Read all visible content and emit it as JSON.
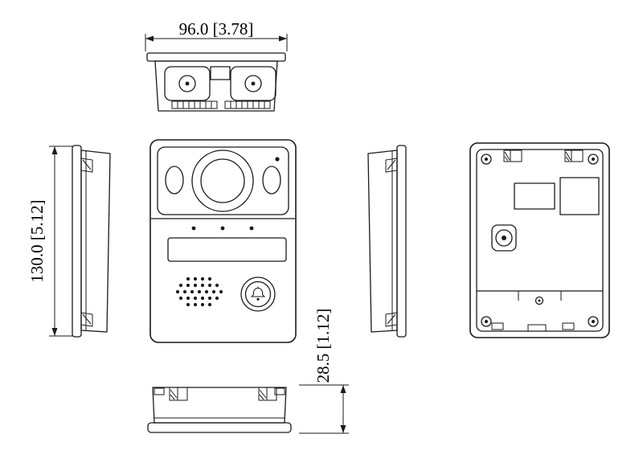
{
  "drawing": {
    "dimensions": {
      "width": "96.0 [3.78]",
      "height": "130.0 [5.12]",
      "depth": "28.5 [1.12]"
    }
  },
  "style": {
    "line_color": "#1a1a1a",
    "background": "#ffffff"
  }
}
